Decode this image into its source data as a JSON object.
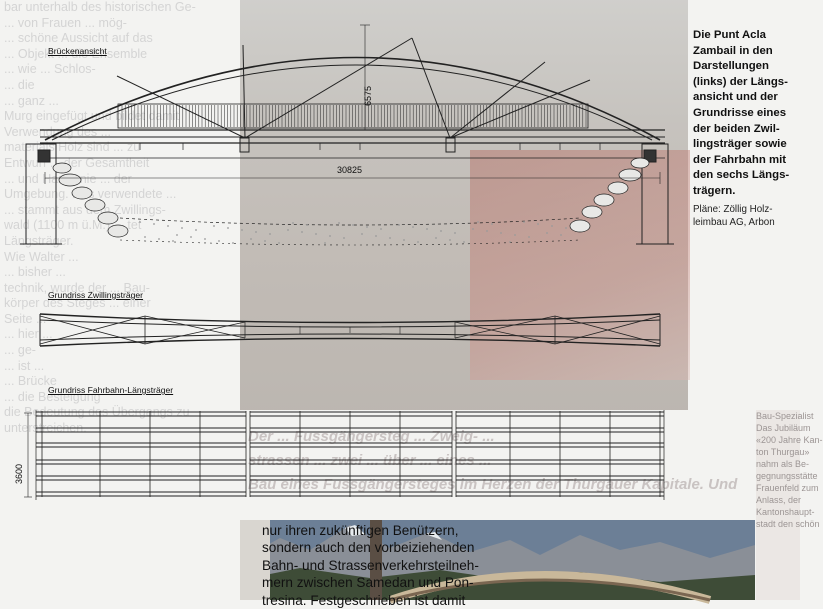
{
  "caption": {
    "title": "Die Punt Acla Zambail in den Darstellungen (links) der Längs­ansicht und der Grundrisse eines der beiden Zwillingsträger sowie der Fahrbahn mit den sechs Längsträgern.",
    "title_lines": [
      "Die Punt Acla",
      "Zambail in den",
      "Darstellungen",
      "(links) der Längs-",
      "ansicht und der",
      "Grundrisse eines",
      "der beiden Zwil-",
      "lingsträger sowie",
      "der Fahrbahn mit",
      "den sechs Längs-",
      "trägern."
    ],
    "credit_lines": [
      "Pläne: Zöllig Holz-",
      "leimbau AG, Arbon"
    ]
  },
  "drawings": {
    "elevation_label": "Brückenansicht",
    "twin_label": "Grundriss Zwillingsträger",
    "deck_label": "Grundriss Fahrbahn-Längsträger",
    "dim_height": "6575",
    "dim_span": "30825",
    "dim_width": "3600"
  },
  "main_text": {
    "lines": [
      "nur ihren zukünftigen Benützern,",
      "sondern auch den vorbeiziehenden",
      "Bahn- und Strassenverkehrsteilneh-",
      "mern zwischen Samedan und Pon-",
      "tresina. Festgeschrieben ist damit"
    ]
  },
  "ghost_left_column": {
    "lines": [
      "bar unterhalb des historischen Ge-",
      "... von Frauen ... mög-",
      "... schöne Aussicht auf das",
      "... Objekt ... die Ensemble",
      "... wie ... Schlos-",
      "... die",
      "... ganz ...",
      "Murg eingefügt und bildet damit",
      "Verwendung des ... ",
      "materials Holz sind ... zu",
      "Entwurf ... der Gesamtheit",
      "... und Harmonie ... der",
      "Umgebung. Das verwendete ...",
      "... stammt aus dem Zwillings-",
      "wald (1100 m ü.M.) ... tet",
      "Längsträger.",
      "Wie Walter ... ",
      "... bisher ...",
      "technik, wurde der ... Bau-",
      "körper des Steges ... einer",
      "Seite ...",
      "... hier ...",
      "... ge-",
      "... ist ...",
      "... Brücke",
      "... die Besteigung",
      "die Bedeutung des Übergangs zu",
      "unterstreichen."
    ]
  },
  "ghost_heading": {
    "lines": [
      "Der ... Fussgängersteg ... Zweig- ... ",
      "strassen ... zwei ... über ... eines ...",
      "Bau eines Fussgängersteges im Herzen der Thurgauer Kapitale. Und"
    ]
  },
  "ghost_sidebar": {
    "lines": [
      "Bau-Spezialist",
      "Das Jubiläum",
      "«200 Jahre Kan-",
      "ton Thurgau»",
      "nahm als Be-",
      "gegnungsstätte",
      "Frauenfeld zum",
      "Anlass, der",
      "Kantonshaupt-",
      "stadt den schön"
    ]
  },
  "colors": {
    "paper": "#f3f3f1",
    "ink": "#111111"
  }
}
